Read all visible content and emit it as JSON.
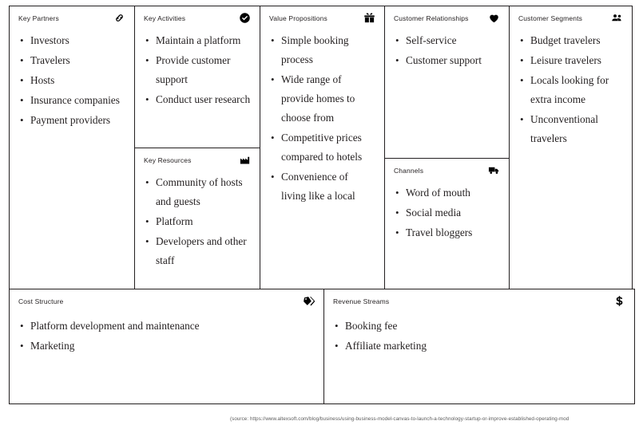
{
  "canvas": {
    "type": "business-model-canvas",
    "blocks": [
      {
        "id": "key-partners",
        "title": "Key Partners",
        "icon": "link-icon",
        "items": [
          "Investors",
          "Travelers",
          "Hosts",
          "Insurance companies",
          "Payment providers"
        ]
      },
      {
        "id": "key-activities",
        "title": "Key Activities",
        "icon": "check-circle-icon",
        "items": [
          "Maintain a platform",
          "Provide customer support",
          "Conduct user research"
        ]
      },
      {
        "id": "key-resources",
        "title": "Key Resources",
        "icon": "factory-icon",
        "items": [
          "Community of hosts and guests",
          "Platform",
          "Developers and other staff"
        ]
      },
      {
        "id": "value-propositions",
        "title": "Value Propositions",
        "icon": "gift-icon",
        "items": [
          "Simple booking process",
          "Wide range of provide homes to choose from",
          "Competitive prices compared to hotels",
          "Convenience of living like a local"
        ]
      },
      {
        "id": "customer-relationships",
        "title": "Customer Relationships",
        "icon": "heart-icon",
        "items": [
          "Self-service",
          "Customer support"
        ]
      },
      {
        "id": "channels",
        "title": "Channels",
        "icon": "truck-icon",
        "items": [
          "Word of mouth",
          "Social media",
          "Travel bloggers"
        ]
      },
      {
        "id": "customer-segments",
        "title": "Customer Segments",
        "icon": "users-icon",
        "items": [
          "Budget travelers",
          "Leisure travelers",
          "Locals looking for extra income",
          "Unconventional travelers"
        ]
      },
      {
        "id": "cost-structure",
        "title": "Cost Structure",
        "icon": "price-tag-icon",
        "items": [
          "Platform development and maintenance",
          "Marketing"
        ]
      },
      {
        "id": "revenue-streams",
        "title": "Revenue Streams",
        "icon": "dollar-sign-icon",
        "items": [
          "Booking fee",
          "Affiliate marketing"
        ]
      }
    ]
  },
  "source_caption": "(source: https://www.altexsoft.com/blog/business/using-business-model-canvas-to-launch-a-technology-startup-or-improve-established-operating-mod",
  "colors": {
    "border": "#231f20",
    "text": "#231f20",
    "icon": "#000000",
    "caption": "#595959",
    "background": "#ffffff"
  }
}
